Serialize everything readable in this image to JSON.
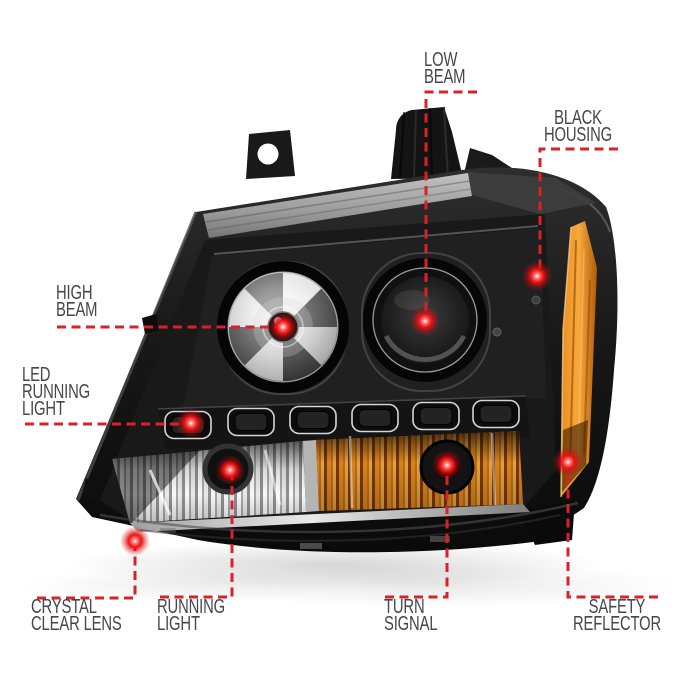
{
  "page": {
    "background_color": "#ffffff"
  },
  "illustration": {
    "description": "Black housing dual projector headlight assembly with LED running lights, crystal clear lens, amber turn signal and amber side safety reflector, shown with red dashed feature callouts",
    "colors": {
      "callout_red": "#da2128",
      "label_text": "#47474a",
      "housing_black": "#161616",
      "amber": "#e8881f",
      "chrome": "#c9c9c9"
    }
  },
  "callouts": [
    {
      "id": "low-beam",
      "lines": [
        "LOW",
        "BEAM"
      ]
    },
    {
      "id": "black-housing",
      "lines": [
        "BLACK",
        "HOUSING"
      ]
    },
    {
      "id": "high-beam",
      "lines": [
        "HIGH",
        "BEAM"
      ]
    },
    {
      "id": "led-running-light",
      "lines": [
        "LED",
        "RUNNING",
        "LIGHT"
      ]
    },
    {
      "id": "crystal-clear-lens",
      "lines": [
        "CRYSTAL",
        "CLEAR LENS"
      ]
    },
    {
      "id": "running-light",
      "lines": [
        "RUNNING",
        "LIGHT"
      ]
    },
    {
      "id": "turn-signal",
      "lines": [
        "TURN",
        "SIGNAL"
      ]
    },
    {
      "id": "safety-reflector",
      "lines": [
        "SAFETY",
        "REFLECTOR"
      ]
    }
  ]
}
